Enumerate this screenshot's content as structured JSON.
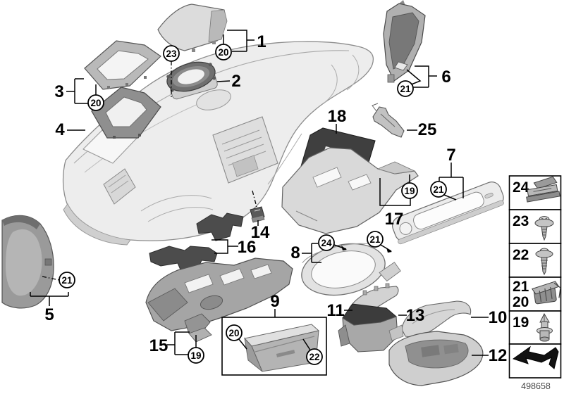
{
  "nums": {
    "1": "1",
    "2": "2",
    "3": "3",
    "4": "4",
    "5": "5",
    "6": "6",
    "7": "7",
    "8": "8",
    "9": "9",
    "10": "10",
    "11": "11",
    "12": "12",
    "13": "13",
    "14": "14",
    "15": "15",
    "16": "16",
    "17": "17",
    "18": "18",
    "19": "19",
    "20": "20",
    "21": "21",
    "22": "22",
    "23": "23",
    "24": "24",
    "25": "25"
  },
  "legend": {
    "rows": [
      {
        "num": "24",
        "icon": "spring-clip-icon"
      },
      {
        "num": "23",
        "icon": "screw-washer-icon"
      },
      {
        "num": "22",
        "icon": "tapping-screw-icon"
      },
      {
        "num": "21",
        "num2": "20",
        "icon": "retaining-clip-icon"
      },
      {
        "num": "19",
        "icon": "expanding-rivet-icon"
      },
      {
        "icon": "direction-arrow-icon"
      }
    ]
  },
  "footer": {
    "doc_number": "498658"
  },
  "colors": {
    "line": "#000000",
    "part_light": "#e8e8e8",
    "part_mid": "#a5a5a5",
    "part_dark": "#3f3f3f",
    "background": "#ffffff"
  }
}
